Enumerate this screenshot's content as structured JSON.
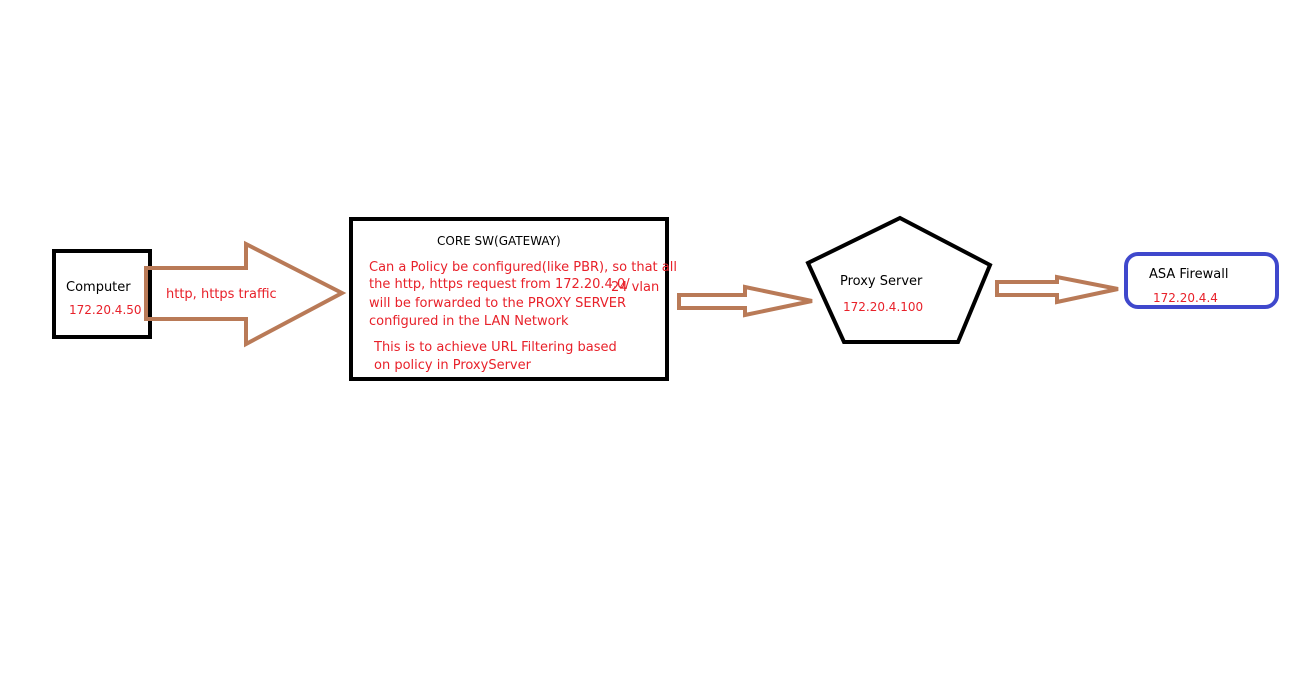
{
  "colors": {
    "outline": "#000000",
    "arrow": "#b97a57",
    "note_text": "#e8212a",
    "firewall_outline": "#3f48cc"
  },
  "nodes": {
    "computer": {
      "name": "Computer",
      "ip": "172.20.4.50"
    },
    "core_switch": {
      "title": "CORE SW(GATEWAY)",
      "question_lines": [
        "Can a Policy be configured(like PBR), so that all",
        "the http, https request from 172.20.4.0/",
        "24 vlan",
        "will be forwarded to the PROXY SERVER",
        "configured in the LAN Network"
      ],
      "purpose_lines": [
        "This is to achieve URL Filtering based",
        "on policy in ProxyServer"
      ]
    },
    "proxy_server": {
      "name": "Proxy Server",
      "ip": "172.20.4.100"
    },
    "asa_firewall": {
      "name": "ASA Firewall",
      "ip": "172.20.4.4"
    }
  },
  "edges": [
    {
      "from": "Computer",
      "to": "CORE SW(GATEWAY)",
      "label": "http, https traffic"
    },
    {
      "from": "CORE SW(GATEWAY)",
      "to": "Proxy Server",
      "label": ""
    },
    {
      "from": "Proxy Server",
      "to": "ASA Firewall",
      "label": ""
    }
  ]
}
